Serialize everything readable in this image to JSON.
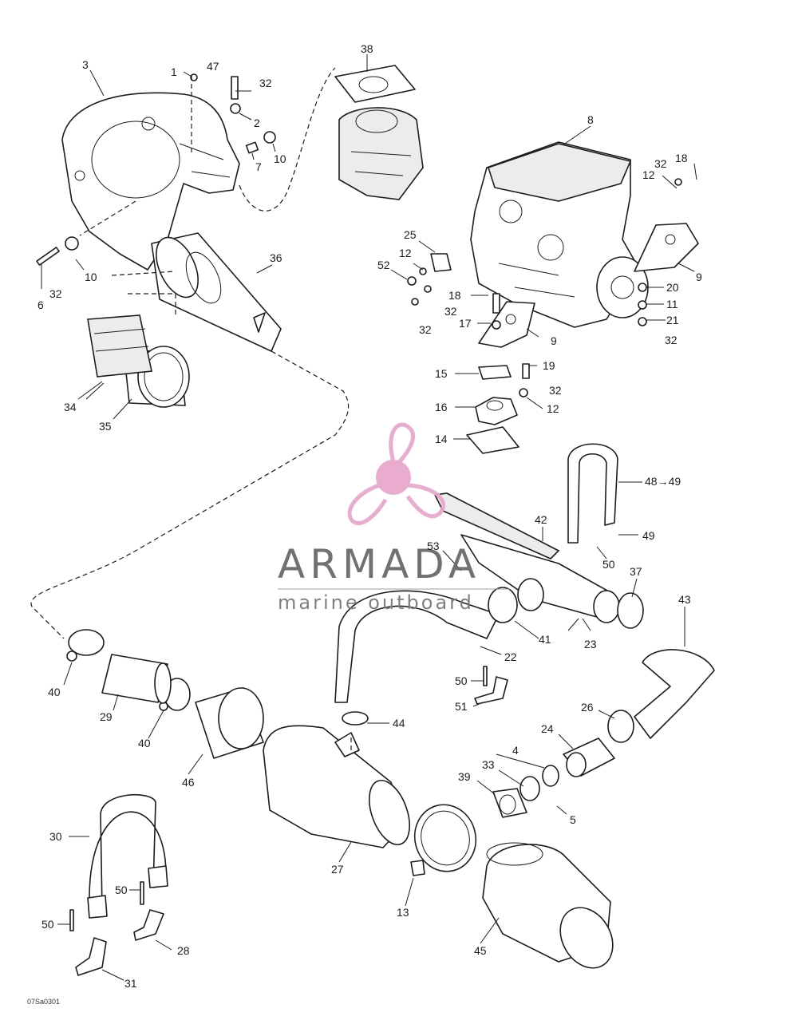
{
  "watermark": {
    "brand": "ARMADA",
    "tagline": "marine outboard",
    "color": "#e8a7cc"
  },
  "drawing_code": "07Sa0301",
  "part_numbers": [
    "1",
    "2",
    "3",
    "4",
    "5",
    "6",
    "7",
    "8",
    "9",
    "10",
    "11",
    "12",
    "13",
    "14",
    "15",
    "16",
    "17",
    "18",
    "19",
    "20",
    "21",
    "22",
    "23",
    "24",
    "25",
    "26",
    "27",
    "28",
    "29",
    "30",
    "31",
    "32",
    "33",
    "34",
    "35",
    "36",
    "37",
    "38",
    "39",
    "40",
    "41",
    "42",
    "43",
    "44",
    "45",
    "46",
    "47",
    "48",
    "49",
    "50",
    "51",
    "52",
    "53"
  ],
  "callouts": [
    {
      "id": "c1",
      "label": "1"
    },
    {
      "id": "c47",
      "label": "47"
    },
    {
      "id": "c32a",
      "label": "32"
    },
    {
      "id": "c3",
      "label": "3"
    },
    {
      "id": "c38",
      "label": "38"
    },
    {
      "id": "c2",
      "label": "2"
    },
    {
      "id": "c7",
      "label": "7"
    },
    {
      "id": "c10a",
      "label": "10"
    },
    {
      "id": "c8",
      "label": "8"
    },
    {
      "id": "c32b",
      "label": "32"
    },
    {
      "id": "c18a",
      "label": "18"
    },
    {
      "id": "c12a",
      "label": "12"
    },
    {
      "id": "c36",
      "label": "36"
    },
    {
      "id": "c25",
      "label": "25"
    },
    {
      "id": "c12b",
      "label": "12"
    },
    {
      "id": "c52",
      "label": "52"
    },
    {
      "id": "c9a",
      "label": "9"
    },
    {
      "id": "c10b",
      "label": "10"
    },
    {
      "id": "c6",
      "label": "6"
    },
    {
      "id": "c32c",
      "label": "32"
    },
    {
      "id": "c20",
      "label": "20"
    },
    {
      "id": "c18b",
      "label": "18"
    },
    {
      "id": "c32d",
      "label": "32"
    },
    {
      "id": "c11",
      "label": "11"
    },
    {
      "id": "c17",
      "label": "17"
    },
    {
      "id": "c32e",
      "label": "32"
    },
    {
      "id": "c21",
      "label": "21"
    },
    {
      "id": "c9b",
      "label": "9"
    },
    {
      "id": "c32f",
      "label": "32"
    },
    {
      "id": "c15",
      "label": "15"
    },
    {
      "id": "c19",
      "label": "19"
    },
    {
      "id": "c32g",
      "label": "32"
    },
    {
      "id": "c34",
      "label": "34"
    },
    {
      "id": "c16",
      "label": "16"
    },
    {
      "id": "c12c",
      "label": "12"
    },
    {
      "id": "c35",
      "label": "35"
    },
    {
      "id": "c14",
      "label": "14"
    },
    {
      "id": "c48",
      "label": "48→49"
    },
    {
      "id": "c42",
      "label": "42"
    },
    {
      "id": "c49",
      "label": "49"
    },
    {
      "id": "c53",
      "label": "53"
    },
    {
      "id": "c50a",
      "label": "50"
    },
    {
      "id": "c37",
      "label": "37"
    },
    {
      "id": "c43",
      "label": "43"
    },
    {
      "id": "c41",
      "label": "41"
    },
    {
      "id": "c23",
      "label": "23"
    },
    {
      "id": "c22",
      "label": "22"
    },
    {
      "id": "c40a",
      "label": "40"
    },
    {
      "id": "c50b",
      "label": "50"
    },
    {
      "id": "c29",
      "label": "29"
    },
    {
      "id": "c51",
      "label": "51"
    },
    {
      "id": "c26",
      "label": "26"
    },
    {
      "id": "c44",
      "label": "44"
    },
    {
      "id": "c40b",
      "label": "40"
    },
    {
      "id": "c24",
      "label": "24"
    },
    {
      "id": "c46",
      "label": "46"
    },
    {
      "id": "c4",
      "label": "4"
    },
    {
      "id": "c33",
      "label": "33"
    },
    {
      "id": "c39",
      "label": "39"
    },
    {
      "id": "c5",
      "label": "5"
    },
    {
      "id": "c30",
      "label": "30"
    },
    {
      "id": "c27",
      "label": "27"
    },
    {
      "id": "c50c",
      "label": "50"
    },
    {
      "id": "c13",
      "label": "13"
    },
    {
      "id": "c50d",
      "label": "50"
    },
    {
      "id": "c45",
      "label": "45"
    },
    {
      "id": "c28",
      "label": "28"
    },
    {
      "id": "c31",
      "label": "31"
    }
  ]
}
